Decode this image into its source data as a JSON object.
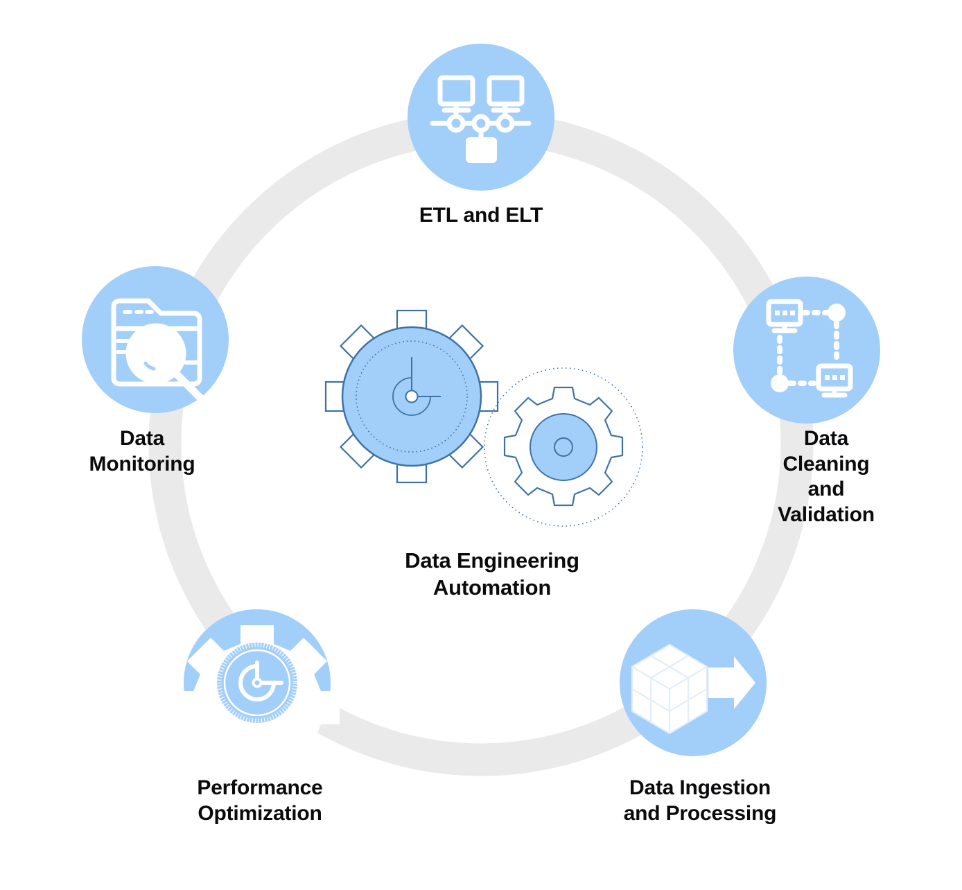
{
  "diagram": {
    "type": "cycle",
    "center": {
      "title": "Data Engineering\nAutomation",
      "icon": "gears-automation-icon"
    },
    "colors": {
      "ring": "#EAEAEA",
      "node_circle": "#A2CEFA",
      "icon": "#FFFFFF",
      "text": "#0B0B0D",
      "gear_stroke": "#2E6A9E",
      "gear_fill": "#A2CEFA",
      "background": "#FFFFFF"
    },
    "nodes": [
      {
        "id": "etl-and-elt",
        "label": "ETL and ELT",
        "icon": "network-nodes-icon",
        "position": "top",
        "angle_deg": 90
      },
      {
        "id": "data-cleaning-and-validation",
        "label": "Data Cleaning\nand Validation",
        "icon": "data-flow-nodes-icon",
        "position": "right-top",
        "angle_deg": 25
      },
      {
        "id": "data-ingestion-and-processing",
        "label": "Data Ingestion\nand Processing",
        "icon": "cube-blocks-arrow-icon",
        "position": "right-bottom",
        "angle_deg": -50
      },
      {
        "id": "performance-optimization",
        "label": "Performance\nOptimization",
        "icon": "gear-gauge-icon",
        "position": "left-bottom",
        "angle_deg": -130
      },
      {
        "id": "data-monitoring",
        "label": "Data\nMonitoring",
        "icon": "folder-magnifier-icon",
        "position": "left-top",
        "angle_deg": 155
      }
    ]
  }
}
